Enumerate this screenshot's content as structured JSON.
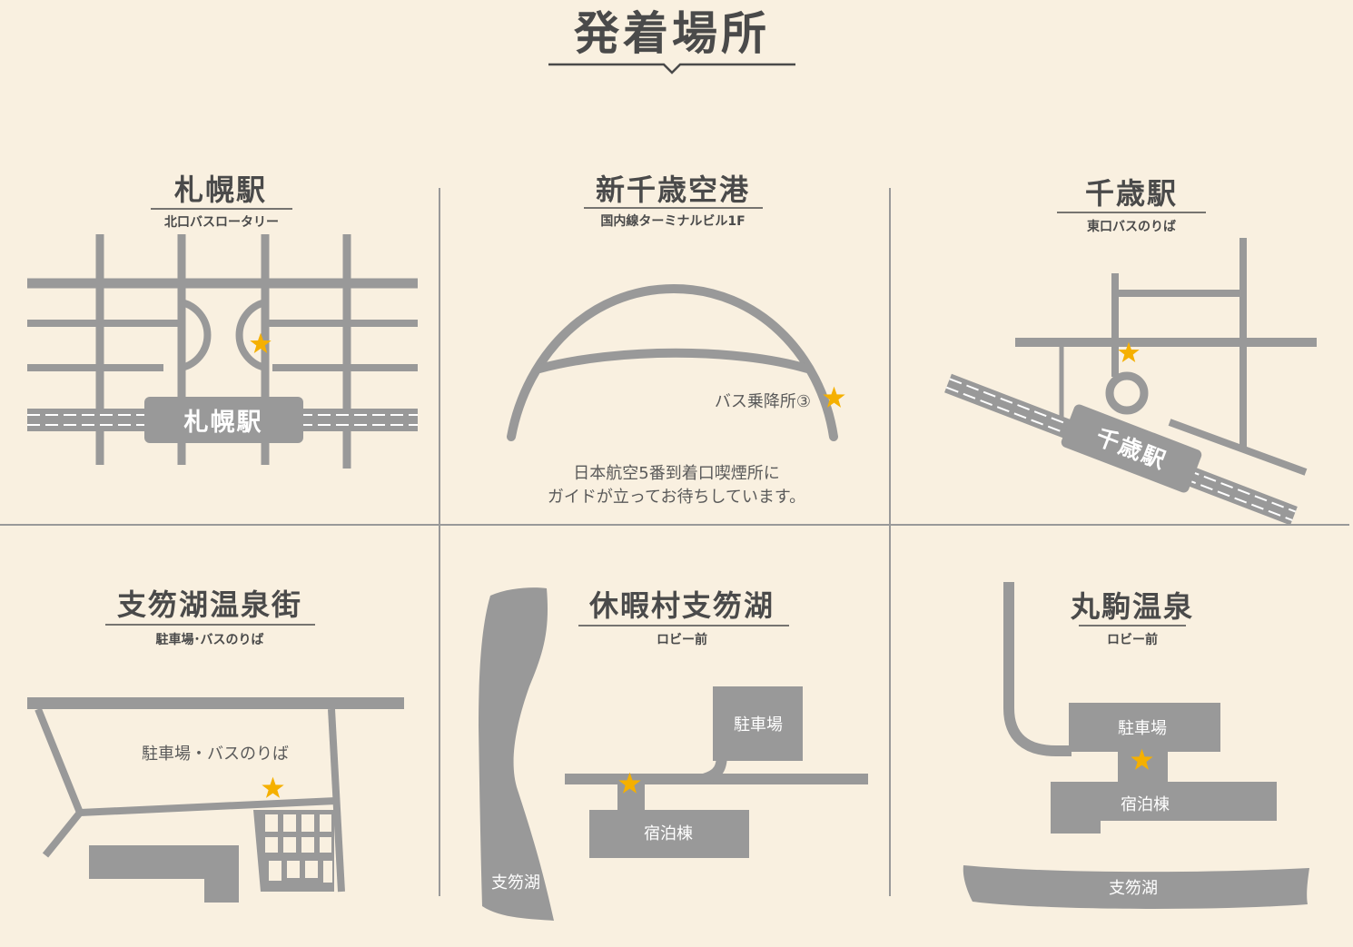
{
  "page_title": "発着場所",
  "colors": {
    "background": "#f9f0e0",
    "map": "#999999",
    "text": "#4a4a4a",
    "star": "#f5b000"
  },
  "locations": [
    {
      "name": "札幌駅",
      "sub": "北口バスロータリー",
      "labels": {
        "station": "札幌駅"
      }
    },
    {
      "name": "新千歳空港",
      "sub": "国内線ターミナルビル1F",
      "labels": {
        "stop": "バス乗降所③"
      },
      "note": [
        "日本航空5番到着口喫煙所に",
        "ガイドが立ってお待ちしています。"
      ]
    },
    {
      "name": "千歳駅",
      "sub": "東口バスのりば",
      "labels": {
        "station": "千歳駅"
      }
    },
    {
      "name": "支笏湖温泉街",
      "sub": "駐車場･バスのりば",
      "labels": {
        "lot": "駐車場・バスのりば"
      }
    },
    {
      "name": "休暇村支笏湖",
      "sub": "ロビー前",
      "labels": {
        "parking": "駐車場",
        "lodge": "宿泊棟",
        "lake": "支笏湖"
      }
    },
    {
      "name": "丸駒温泉",
      "sub": "ロビー前",
      "labels": {
        "parking": "駐車場",
        "lodge": "宿泊棟",
        "lake": "支笏湖"
      }
    }
  ]
}
